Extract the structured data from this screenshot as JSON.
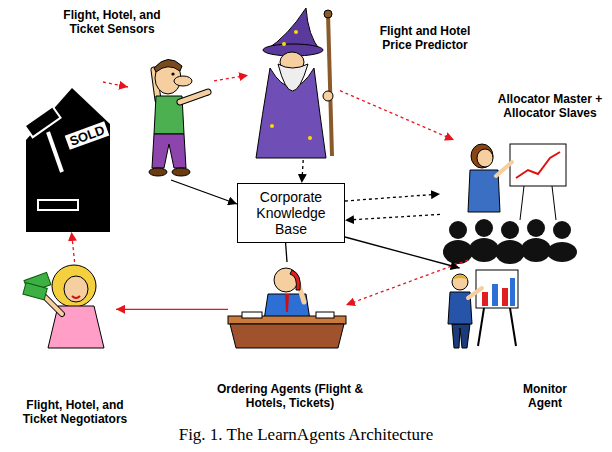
{
  "diagram": {
    "caption": "Fig. 1. The LearnAgents Architecture",
    "nodes": [
      {
        "text": [
          "Flight, Hotel, and Ticket Sensors"
        ]
      },
      {
        "text": [
          "Flight and Hotel Price Predictor"
        ]
      },
      {
        "text": [
          "Allocator Master + Allocator Slaves"
        ]
      },
      {
        "text": [
          "SOLD"
        ]
      },
      {
        "text": [
          "Corporate Knowledge Base"
        ]
      },
      {
        "text": [
          "Ordering Agents (Flight & Hotels, Tickets)"
        ]
      },
      {
        "text": [
          "Monitor Agent"
        ]
      },
      {
        "text": [
          "Flight, Hotel, and Ticket Negotiators"
        ]
      }
    ],
    "edges": [
      {
        "from": 0,
        "to": 1,
        "arrow": "to"
      },
      {
        "from": 0,
        "to": 4,
        "arrow": "to"
      },
      {
        "from": 1,
        "to": 4,
        "arrow": "to"
      },
      {
        "from": 1,
        "to": 2,
        "arrow": "to"
      },
      {
        "from": 4,
        "to": 2,
        "arrow": "to"
      },
      {
        "from": 2,
        "to": 4,
        "arrow": "to"
      },
      {
        "from": 2,
        "to": 5,
        "arrow": "to"
      },
      {
        "from": 4,
        "to": 6,
        "arrow": "to"
      },
      {
        "from": 4,
        "to": 5,
        "arrow": "none"
      },
      {
        "from": 5,
        "to": 7,
        "arrow": "to"
      },
      {
        "from": 7,
        "to": 3,
        "arrow": "to"
      },
      {
        "from": 3,
        "to": 0,
        "arrow": "to"
      }
    ]
  }
}
